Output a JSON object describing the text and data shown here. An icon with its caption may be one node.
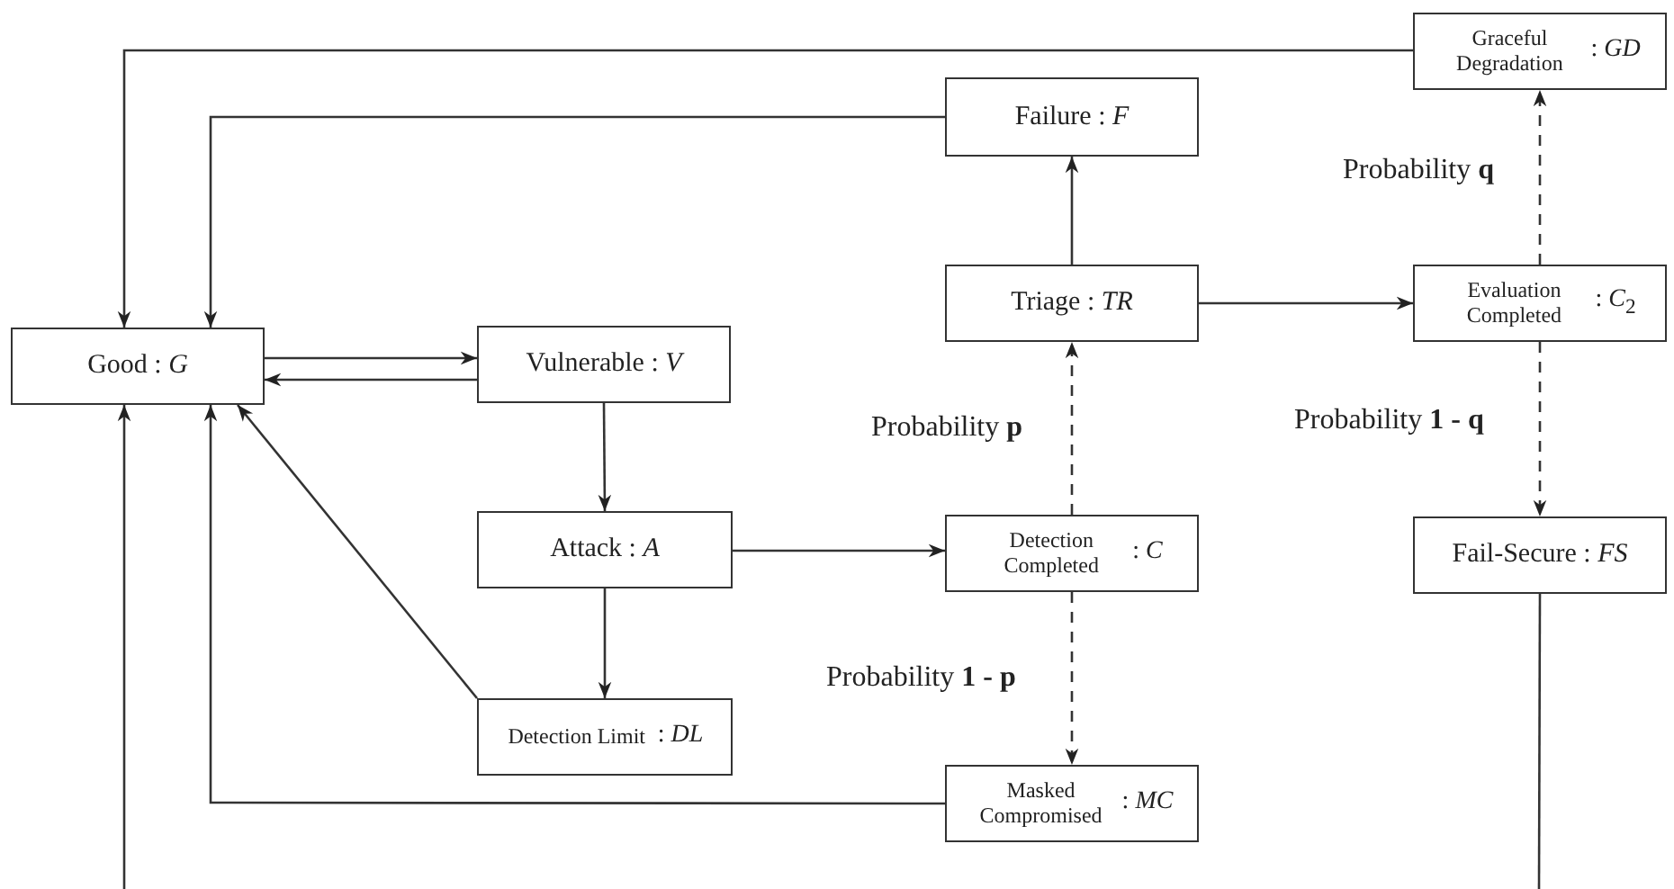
{
  "diagram": {
    "nodes": [
      {
        "text": [
          "Good : *G*"
        ]
      },
      {
        "text": [
          "Vulnerable : *V*"
        ]
      },
      {
        "text": [
          "Attack : *A*"
        ]
      },
      {
        "text": [
          "Detection Limit",
          ": *DL*"
        ]
      },
      {
        "text": [
          "Failure : *F*"
        ]
      },
      {
        "text": [
          "Triage : *TR*"
        ]
      },
      {
        "text": [
          "Detection Completed",
          ": *C*"
        ]
      },
      {
        "text": [
          "Masked Compromised",
          ": *MC*"
        ]
      },
      {
        "text": [
          "Graceful Degradation",
          ": *GD*"
        ]
      },
      {
        "text": [
          "Evaluation Completed",
          ": *C*$_{2}$"
        ]
      },
      {
        "text": [
          "Fail-Secure : *FS*"
        ]
      }
    ],
    "edges": [
      {
        "from": 0,
        "to": 1,
        "arrow": "to"
      },
      {
        "from": 1,
        "to": 0,
        "arrow": "to"
      },
      {
        "from": 1,
        "to": 2,
        "arrow": "to"
      },
      {
        "from": 2,
        "to": 3,
        "arrow": "to"
      },
      {
        "from": 3,
        "to": 0,
        "arrow": "to"
      },
      {
        "from": 2,
        "to": 6,
        "arrow": "to"
      },
      {
        "from": 6,
        "to": 5,
        "arrow": "to",
        "style": "dashed",
        "label": "Probability **p**"
      },
      {
        "from": 6,
        "to": 7,
        "arrow": "to",
        "style": "dashed",
        "label": "Probability **1 - p**"
      },
      {
        "from": 5,
        "to": 4,
        "arrow": "to"
      },
      {
        "from": 5,
        "to": 9,
        "arrow": "to"
      },
      {
        "from": 9,
        "to": 8,
        "arrow": "to",
        "style": "dashed",
        "label": "Probability **q**"
      },
      {
        "from": 9,
        "to": 10,
        "arrow": "to",
        "style": "dashed",
        "label": "Probability **1 - q**"
      },
      {
        "from": 4,
        "to": 0,
        "arrow": "to"
      },
      {
        "from": 8,
        "to": 0,
        "arrow": "to"
      },
      {
        "from": 7,
        "to": 0,
        "arrow": "to"
      },
      {
        "from": 10,
        "to": null,
        "arrow": "none"
      },
      {
        "from": null,
        "to": 0,
        "arrow": "to"
      }
    ]
  }
}
